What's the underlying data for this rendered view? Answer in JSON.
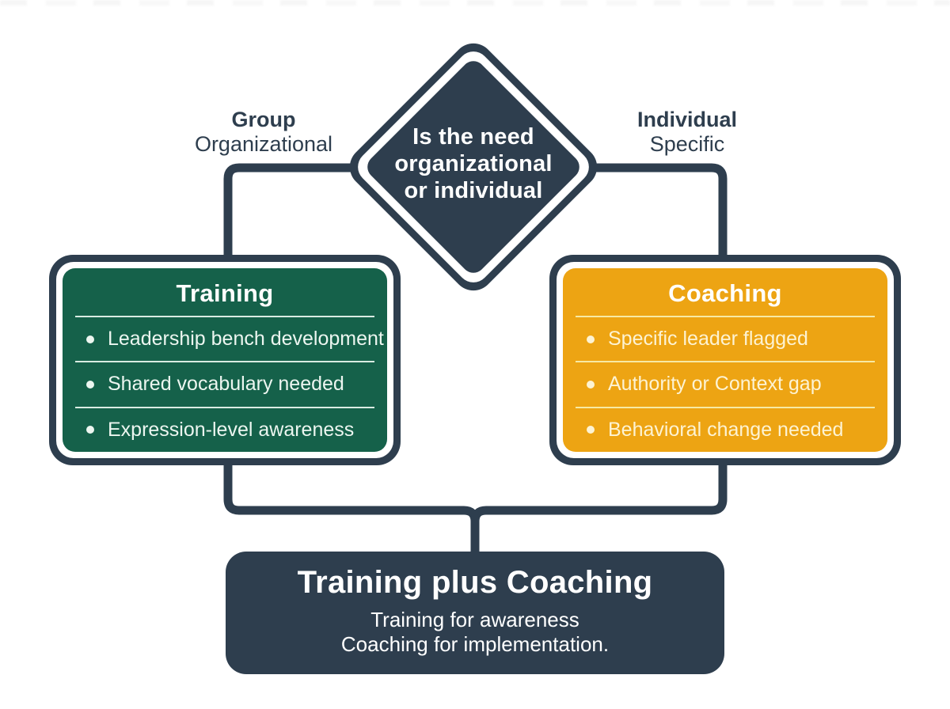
{
  "colors": {
    "navy": "#2e3e4e",
    "green": "#15614a",
    "orange": "#eda413",
    "background": "#ffffff"
  },
  "decision": {
    "lines": [
      "Is the need",
      "organizational",
      "or individual"
    ]
  },
  "branches": {
    "left": {
      "title": "Group",
      "subtitle": "Organizational"
    },
    "right": {
      "title": "Individual",
      "subtitle": "Specific"
    }
  },
  "cards": {
    "training": {
      "title": "Training",
      "items": [
        "Leadership bench development",
        "Shared vocabulary needed",
        "Expression-level awareness"
      ]
    },
    "coaching": {
      "title": "Coaching",
      "items": [
        "Specific leader flagged",
        "Authority or Context gap",
        "Behavioral change needed"
      ]
    }
  },
  "result": {
    "title": "Training plus Coaching",
    "subtitle_lines": [
      "Training for awareness",
      "Coaching for implementation."
    ]
  }
}
